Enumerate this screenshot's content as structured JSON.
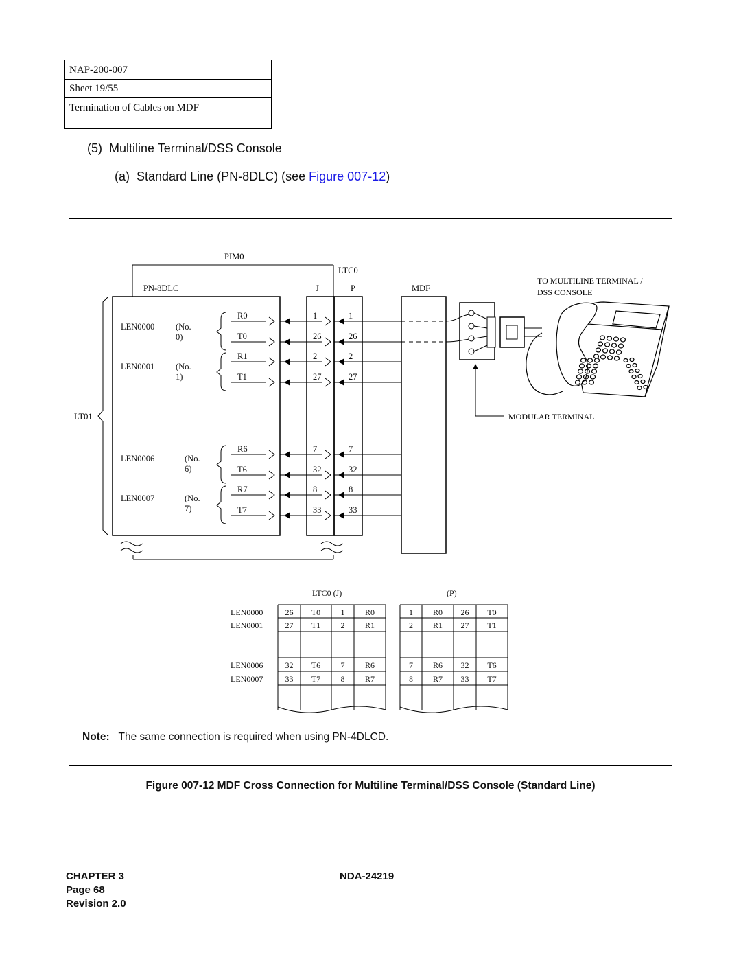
{
  "header_box": {
    "doc_number": "NAP-200-007",
    "sheet": "Sheet 19/55",
    "subject": "Termination of Cables on MDF"
  },
  "section": {
    "number": "(5)",
    "title": "Multiline Terminal/DSS Console",
    "sub_letter": "(a)",
    "sub_text": "Standard Line (PN-8DLC) (see ",
    "sub_link": "Figure 007-12",
    "sub_close": ")"
  },
  "diagram": {
    "pim": "PIM0",
    "ltc": "LTC0",
    "card": "PN-8DLC",
    "col_j": "J",
    "col_p": "P",
    "mdf": "MDF",
    "lt": "LT01",
    "to_terminal_line1": "TO MULTILINE TERMINAL /",
    "to_terminal_line2": "DSS CONSOLE",
    "modular_terminal": "MODULAR TERMINAL",
    "groups": [
      {
        "len": "LEN0000",
        "no": "(No. 0)",
        "r": "R0",
        "t": "T0",
        "rj": "1",
        "tj": "26",
        "rp": "1",
        "tp": "26"
      },
      {
        "len": "LEN0001",
        "no": "(No. 1)",
        "r": "R1",
        "t": "T1",
        "rj": "2",
        "tj": "27",
        "rp": "2",
        "tp": "27"
      },
      {
        "len": "LEN0006",
        "no": "(No. 6)",
        "r": "R6",
        "t": "T6",
        "rj": "7",
        "tj": "32",
        "rp": "7",
        "tp": "32"
      },
      {
        "len": "LEN0007",
        "no": "(No. 7)",
        "r": "R7",
        "t": "T7",
        "rj": "8",
        "tj": "33",
        "rp": "8",
        "tp": "33"
      }
    ]
  },
  "tables": {
    "j_title": "LTC0 (J)",
    "p_title": "(P)",
    "rows": [
      {
        "len": "LEN0000",
        "j": [
          "26",
          "T0",
          "1",
          "R0"
        ],
        "p": [
          "1",
          "R0",
          "26",
          "T0"
        ]
      },
      {
        "len": "LEN0001",
        "j": [
          "27",
          "T1",
          "2",
          "R1"
        ],
        "p": [
          "2",
          "R1",
          "27",
          "T1"
        ]
      },
      {
        "len": "LEN0006",
        "j": [
          "32",
          "T6",
          "7",
          "R6"
        ],
        "p": [
          "7",
          "R6",
          "32",
          "T6"
        ]
      },
      {
        "len": "LEN0007",
        "j": [
          "33",
          "T7",
          "8",
          "R7"
        ],
        "p": [
          "8",
          "R7",
          "33",
          "T7"
        ]
      }
    ]
  },
  "note": {
    "label": "Note:",
    "text": "The same connection is required when using PN-4DLCD."
  },
  "caption": "Figure 007-12  MDF Cross Connection for Multiline Terminal/DSS Console (Standard Line)",
  "footer": {
    "chapter": "CHAPTER 3",
    "page": "Page 68",
    "revision": "Revision 2.0",
    "doc": "NDA-24219"
  }
}
